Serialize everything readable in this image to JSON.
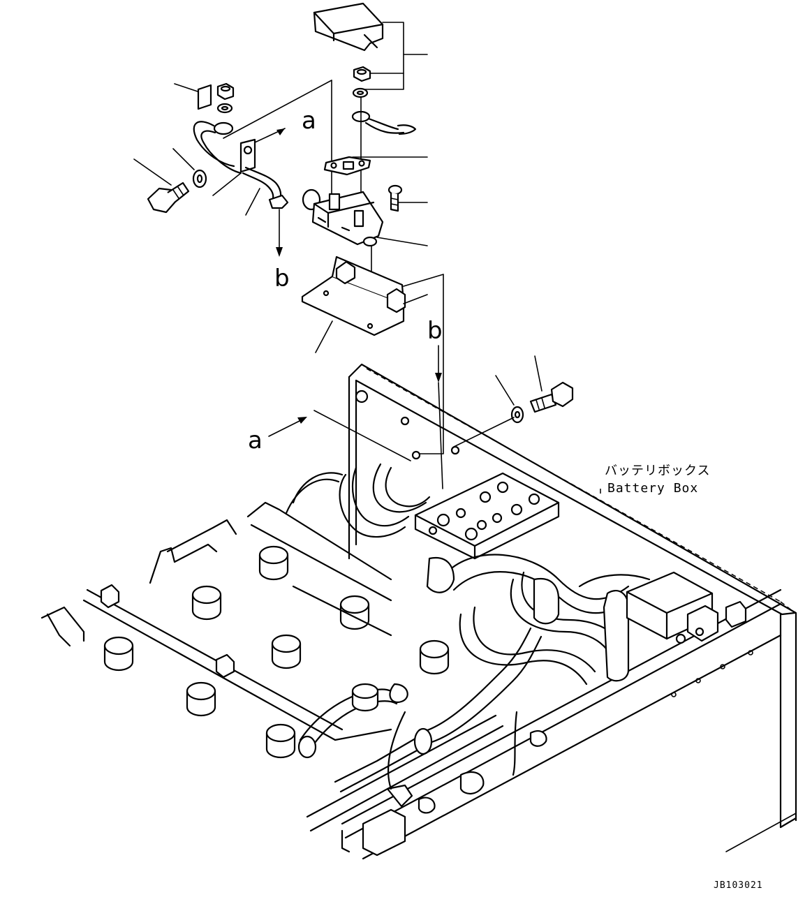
{
  "callouts": {
    "a_upper": "a",
    "a_lower": "a",
    "b_upper": "b",
    "b_lower": "b"
  },
  "battery_box": {
    "label_jp": "バッテリボックス",
    "label_en": "Battery Box"
  },
  "drawing_code": "JB103021"
}
